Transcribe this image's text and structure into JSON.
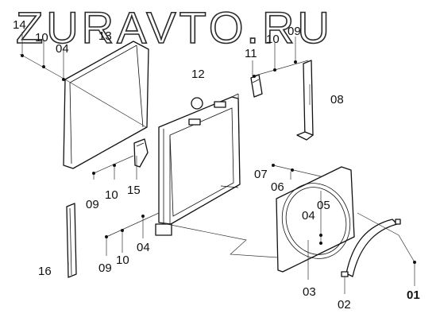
{
  "watermark": "ZURAVTO.RU",
  "colors": {
    "ink": "#111111",
    "watermark": "#2a2a2a",
    "background": "#ffffff"
  },
  "callouts": {
    "c14": "14",
    "c10_top_left": "10",
    "c04_top_left": "04",
    "c13": "13",
    "c12": "12",
    "c11": "11",
    "c10_top_right": "10",
    "c09_top_right": "09",
    "c08": "08",
    "c07": "07",
    "c06": "06",
    "c05": "05",
    "c04_shroud": "04",
    "c09_mid_left": "09",
    "c10_mid_left": "10",
    "c15": "15",
    "c04_bottom_left": "04",
    "c09_bottom_left": "09",
    "c10_bottom_left": "10",
    "c16": "16",
    "c03": "03",
    "c02": "02",
    "c01": "01"
  }
}
